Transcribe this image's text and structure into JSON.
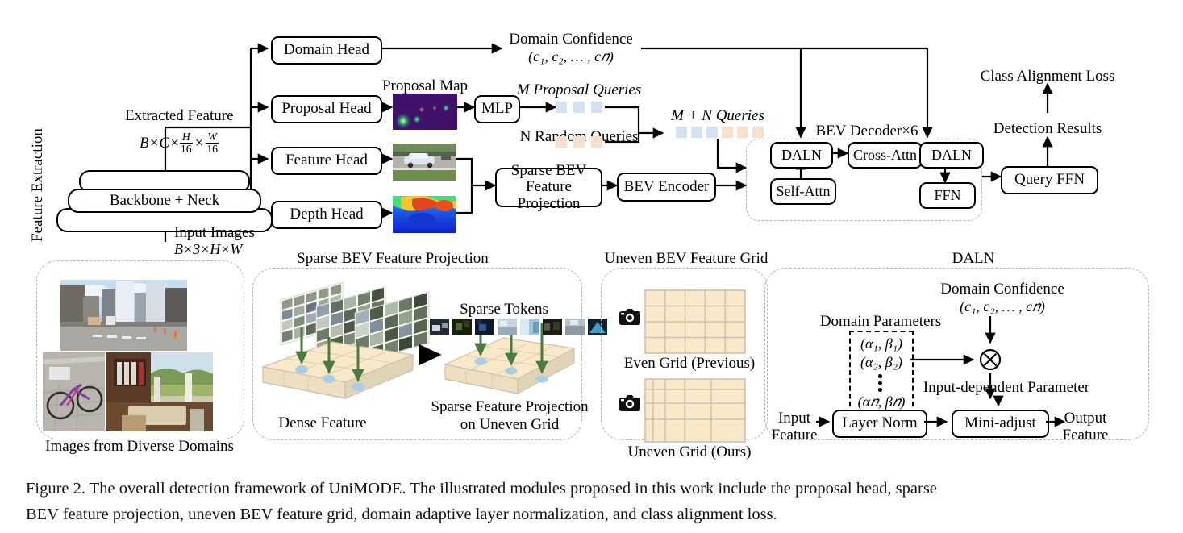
{
  "figure": {
    "caption_line1": "Figure 2. The overall detection framework of UniMODE. The illustrated modules proposed in this work include the proposal head, sparse",
    "caption_line2": "BEV feature projection, uneven BEV feature grid, domain adaptive layer normalization, and class alignment loss."
  },
  "colors": {
    "query_blue": "#d3e3f3",
    "query_peach": "#fadfcf",
    "grid_fill": "#fae9c8",
    "grid_line": "#c9c2b4",
    "dashed_gray": "#b0b0b0",
    "arrow_green": "#4a7c3f",
    "token_blue": "#a8cbe8"
  },
  "feature_extraction": {
    "side_label": "Feature Extraction",
    "backbone_label": "Backbone + Neck",
    "input_images_label": "Input Images",
    "input_images_shape": "B×3×H×W",
    "extracted_feature_label": "Extracted Feature",
    "extracted_feature_shape_prefix": "B×C×",
    "extracted_feature_frac1_num": "H",
    "extracted_feature_frac1_den": "16",
    "extracted_feature_times": "×",
    "extracted_feature_frac2_num": "W",
    "extracted_feature_frac2_den": "16",
    "domains_group_label": "Images from Diverse Domains"
  },
  "heads": {
    "domain_head": "Domain Head",
    "proposal_head": "Proposal Head",
    "feature_head": "Feature Head",
    "depth_head": "Depth Head"
  },
  "mid": {
    "domain_confidence_label": "Domain Confidence",
    "domain_confidence_values": "(c₁, c₂, … , c𝑛)",
    "proposal_map_label": "Proposal Map",
    "mlp_label": "MLP",
    "m_proposal_queries": "M Proposal Queries",
    "n_random_queries": "N Random Queries",
    "mn_queries": "M + N Queries",
    "sparse_bev_feature_projection": "Sparse BEV Feature Projection",
    "bev_encoder": "BEV Encoder"
  },
  "decoder": {
    "group_label": "BEV Decoder×6",
    "daln_1": "DALN",
    "cross_attn": "Cross-Attn",
    "daln_2": "DALN",
    "self_attn": "Self-Attn",
    "ffn": "FFN"
  },
  "output": {
    "query_ffn": "Query FFN",
    "detection_results": "Detection Results",
    "class_alignment_loss": "Class Alignment Loss"
  },
  "panel_sparse": {
    "title": "Sparse BEV Feature Projection",
    "dense_feature": "Dense Feature",
    "sparse_tokens": "Sparse Tokens",
    "sparse_projection_line1": "Sparse Feature Projection",
    "sparse_projection_line2": "on Uneven Grid"
  },
  "panel_grid": {
    "title": "Uneven BEV Feature Grid",
    "even_grid": "Even Grid (Previous)",
    "uneven_grid": "Uneven Grid (Ours)",
    "even_cols": [
      1,
      1,
      1,
      1,
      1
    ],
    "even_rows": [
      1,
      1,
      1,
      1
    ],
    "uneven_cols": [
      0.42,
      0.62,
      1.0,
      1.35,
      1.75
    ],
    "uneven_rows": [
      0.72,
      0.92,
      1.1,
      1.3
    ]
  },
  "panel_daln": {
    "title": "DALN",
    "domain_confidence_label": "Domain Confidence",
    "domain_confidence_values": "(c₁, c₂, … , c𝑛)",
    "domain_parameters_label": "Domain Parameters",
    "params": [
      "(α₁, β₁)",
      "(α₂, β₂)",
      "(α𝑛, β𝑛)"
    ],
    "multiply_symbol": "⊗",
    "input_dependent_parameter": "Input-dependent Parameter",
    "input_feature_line1": "Input",
    "input_feature_line2": "Feature",
    "layer_norm": "Layer Norm",
    "mini_adjust": "Mini-adjust",
    "output_feature_line1": "Output",
    "output_feature_line2": "Feature"
  }
}
